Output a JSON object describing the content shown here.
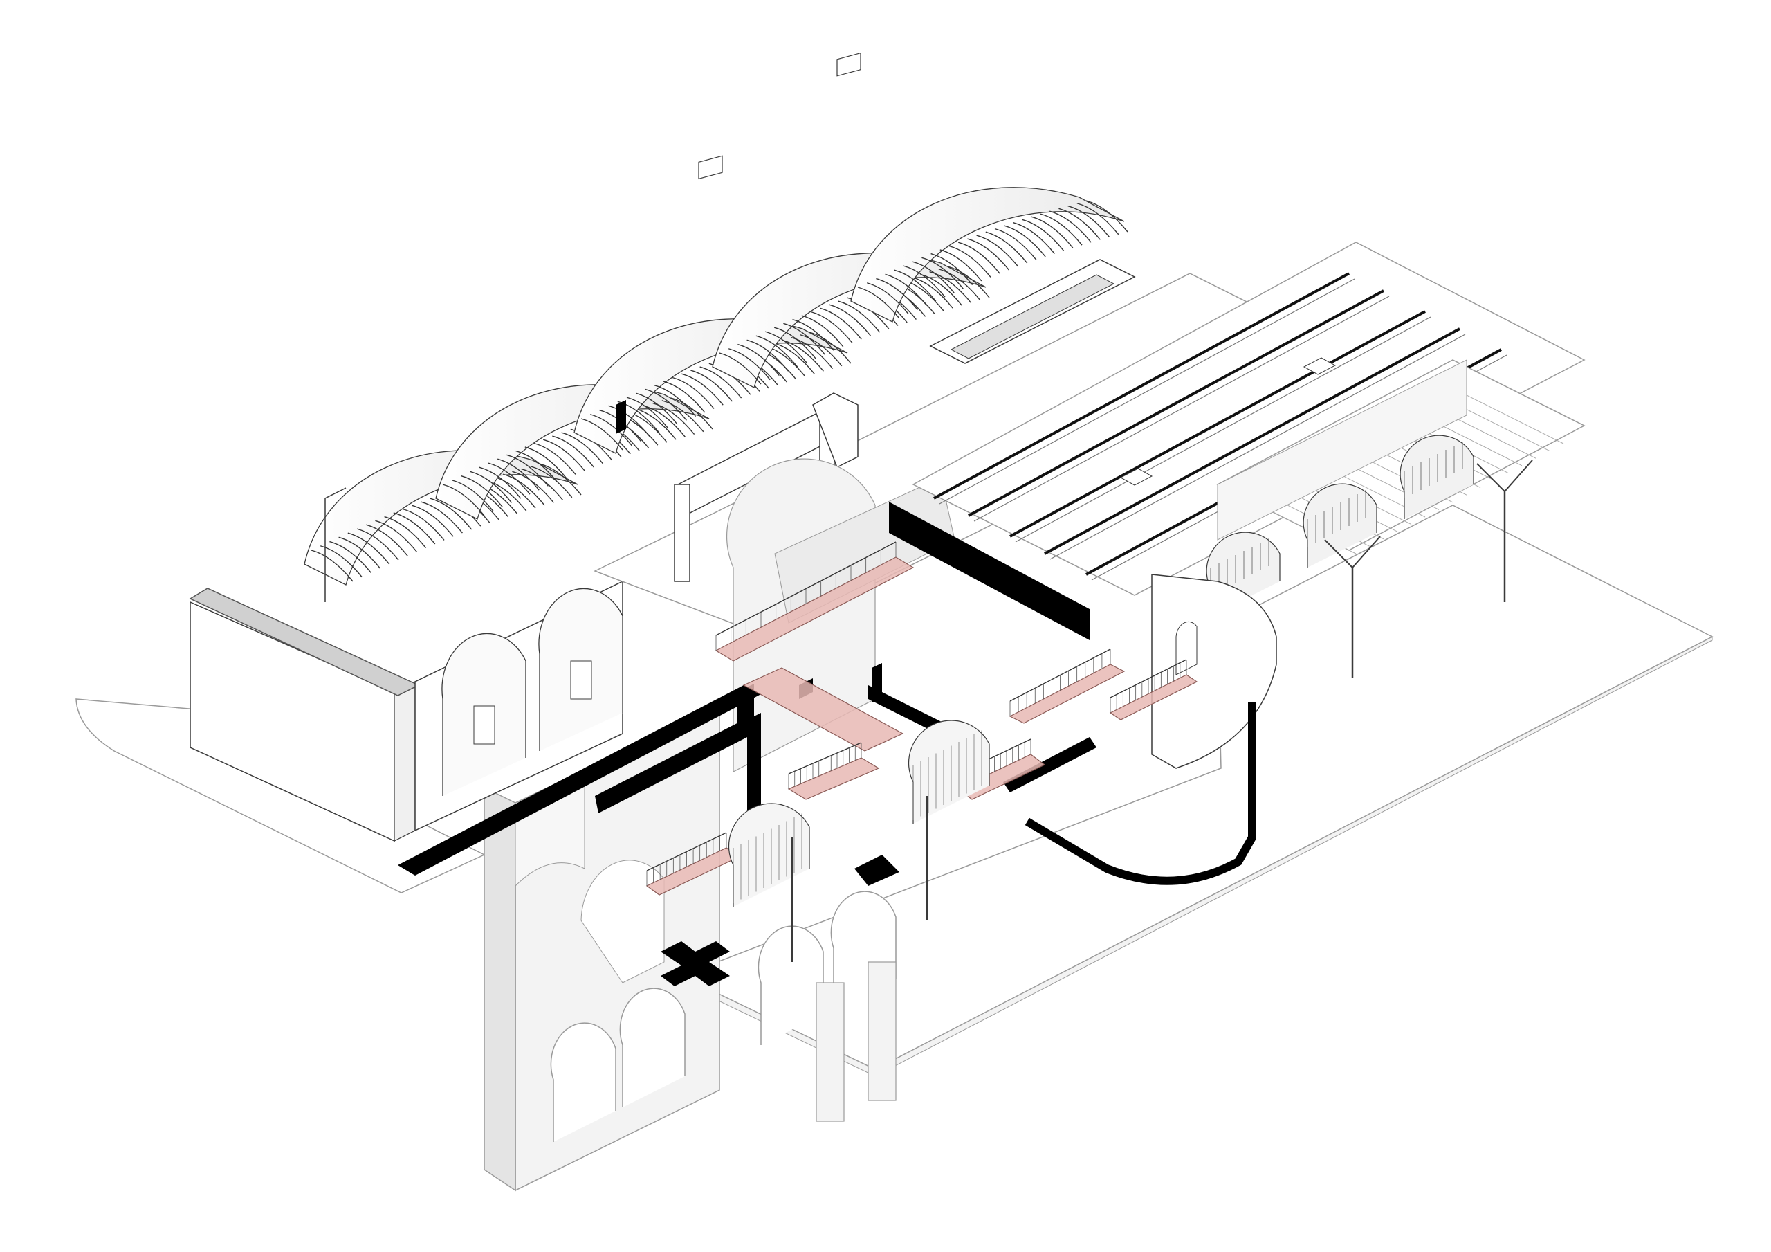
{
  "diagram": {
    "kind": "isometric exploded axonometric drawing",
    "colors": {
      "background": "#ffffff",
      "line": "#3a3a3a",
      "fine_line": "#9a9a9a",
      "solid": "#000000",
      "highlight": "#e8b9b4",
      "shade": "#f3f3f3",
      "shade_dark": "#e4e4e4"
    },
    "components": [
      {
        "name": "ground-slab-left"
      },
      {
        "name": "ground-slab-right"
      },
      {
        "name": "barrel-vault-roofs",
        "count": 5
      },
      {
        "name": "arched-masonry-building"
      },
      {
        "name": "viaduct-arches"
      },
      {
        "name": "railway-tracks"
      },
      {
        "name": "platform-canopy"
      },
      {
        "name": "pink-stair-walkways"
      },
      {
        "name": "black-circulation-paths"
      },
      {
        "name": "cross-marker"
      }
    ]
  }
}
